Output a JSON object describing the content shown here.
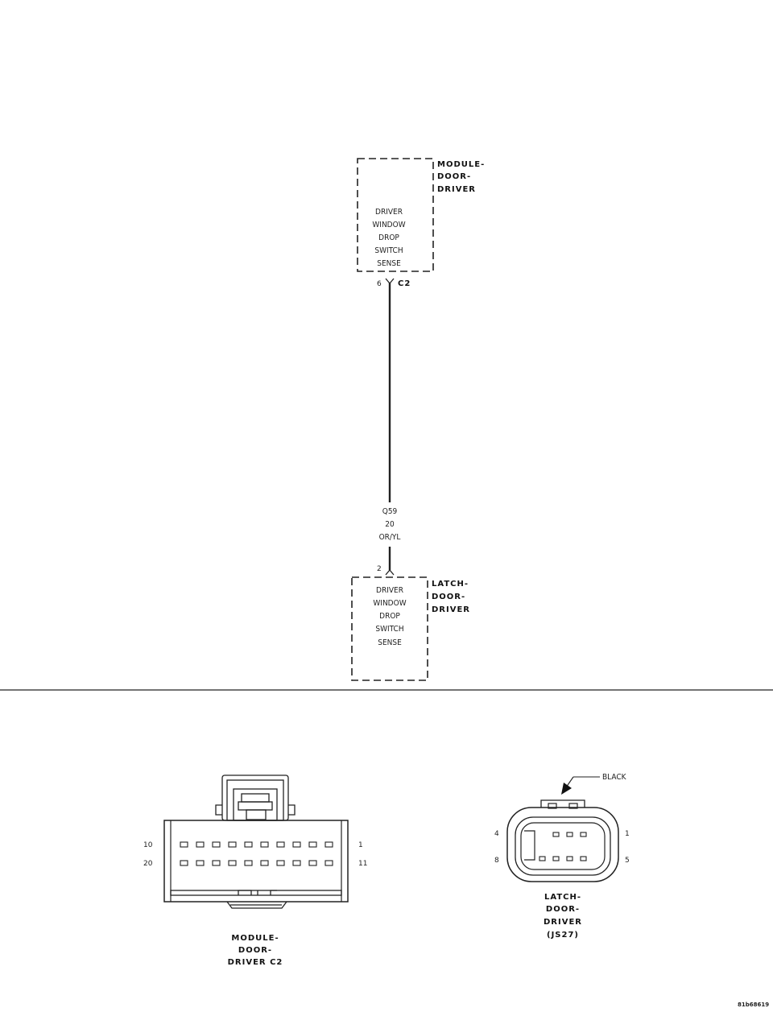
{
  "module_door_driver": {
    "name_lines": [
      "MODULE-",
      "DOOR-",
      "DRIVER"
    ],
    "function_lines": [
      "DRIVER",
      "WINDOW",
      "DROP",
      "SWITCH",
      "SENSE"
    ],
    "pin": "6",
    "connector": "C2"
  },
  "wire": {
    "circuit": "Q59",
    "gauge": "20",
    "color": "OR/YL"
  },
  "latch_door_driver": {
    "name_lines": [
      "LATCH-",
      "DOOR-",
      "DRIVER"
    ],
    "function_lines": [
      "DRIVER",
      "WINDOW",
      "DROP",
      "SWITCH",
      "SENSE"
    ],
    "pin": "2"
  },
  "connector_c2": {
    "pin_top_left": "10",
    "pin_top_right": "1",
    "pin_bottom_left": "20",
    "pin_bottom_right": "11",
    "caption_lines": [
      "MODULE-",
      "DOOR-",
      "DRIVER C2"
    ]
  },
  "connector_js27": {
    "pin_top_left": "4",
    "pin_top_right": "1",
    "pin_bottom_left": "8",
    "pin_bottom_right": "5",
    "color_callout": "BLACK",
    "caption_lines": [
      "LATCH-",
      "DOOR-",
      "DRIVER",
      "(JS27)"
    ]
  },
  "figure_id": "81b68619"
}
